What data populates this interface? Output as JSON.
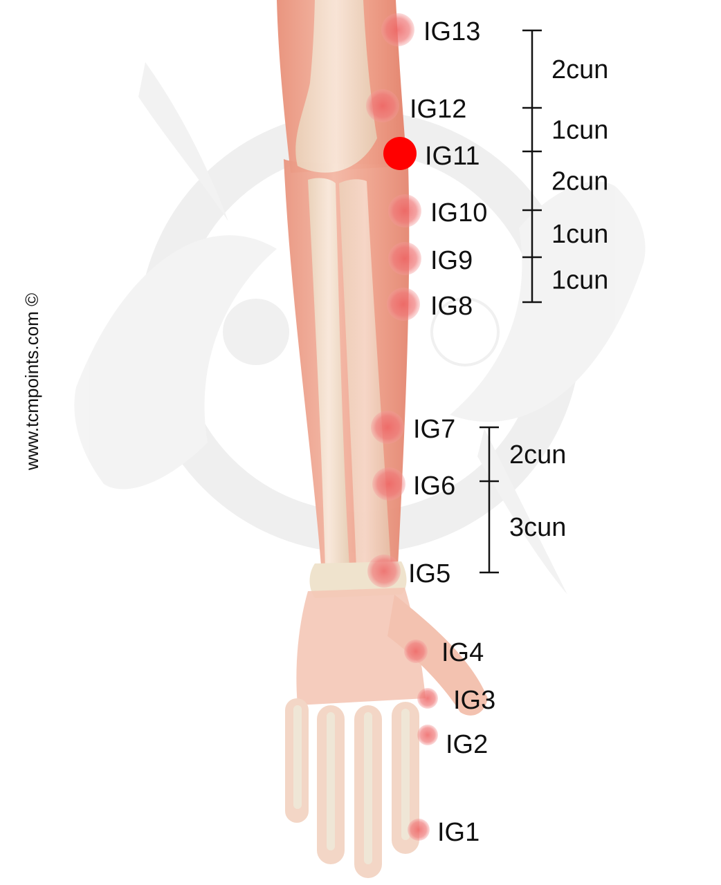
{
  "credit": "www.tcmpoints.com ©",
  "colors": {
    "point_soft": "#f08080",
    "point_active": "#ff0000",
    "muscle": "#f0a08c",
    "bone": "#f2ead9",
    "watermark": "#e6e6e6"
  },
  "points": [
    {
      "label": "IG13",
      "active": false
    },
    {
      "label": "IG12",
      "active": false
    },
    {
      "label": "IG11",
      "active": true
    },
    {
      "label": "IG10",
      "active": false
    },
    {
      "label": "IG9",
      "active": false
    },
    {
      "label": "IG8",
      "active": false
    },
    {
      "label": "IG7",
      "active": false
    },
    {
      "label": "IG6",
      "active": false
    },
    {
      "label": "IG5",
      "active": false
    },
    {
      "label": "IG4",
      "active": false
    },
    {
      "label": "IG3",
      "active": false
    },
    {
      "label": "IG2",
      "active": false
    },
    {
      "label": "IG1",
      "active": false
    }
  ],
  "scale_upper": [
    "2cun",
    "1cun",
    "2cun",
    "1cun",
    "1cun"
  ],
  "scale_lower": [
    "2cun",
    "3cun"
  ]
}
